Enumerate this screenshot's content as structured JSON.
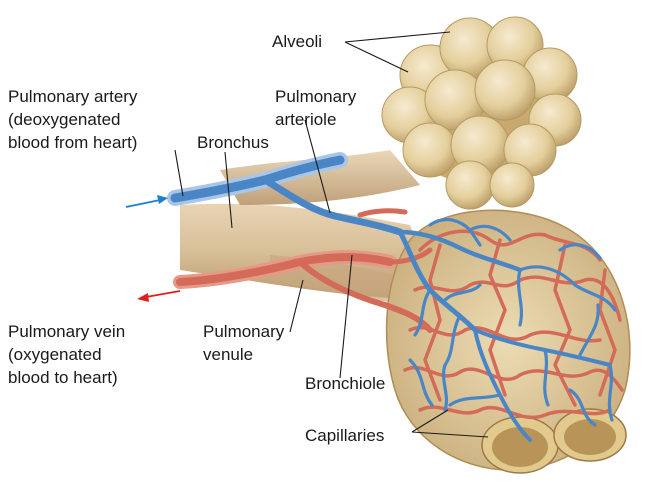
{
  "labels": {
    "alveoli": "Alveoli",
    "pulmonary_artery": [
      "Pulmonary artery",
      "(deoxygenated",
      "blood from heart)"
    ],
    "pulmonary_arteriole": [
      "Pulmonary",
      "arteriole"
    ],
    "bronchus": "Bronchus",
    "pulmonary_vein": [
      "Pulmonary vein",
      "(oxygenated",
      "blood to heart)"
    ],
    "pulmonary_venule": [
      "Pulmonary",
      "venule"
    ],
    "bronchiole": "Bronchiole",
    "capillaries": "Capillaries"
  },
  "colors": {
    "tissue": "#d9c096",
    "tissue_shade": "#a98a5c",
    "alveolus": "#ead8a8",
    "alveolus_edge": "#b79a62",
    "artery_blue": "#4a86c6",
    "vein_red": "#d46a58",
    "arrow_blue": "#1e7fd0",
    "arrow_red": "#e0201a",
    "label_text": "#1a1a1a"
  }
}
